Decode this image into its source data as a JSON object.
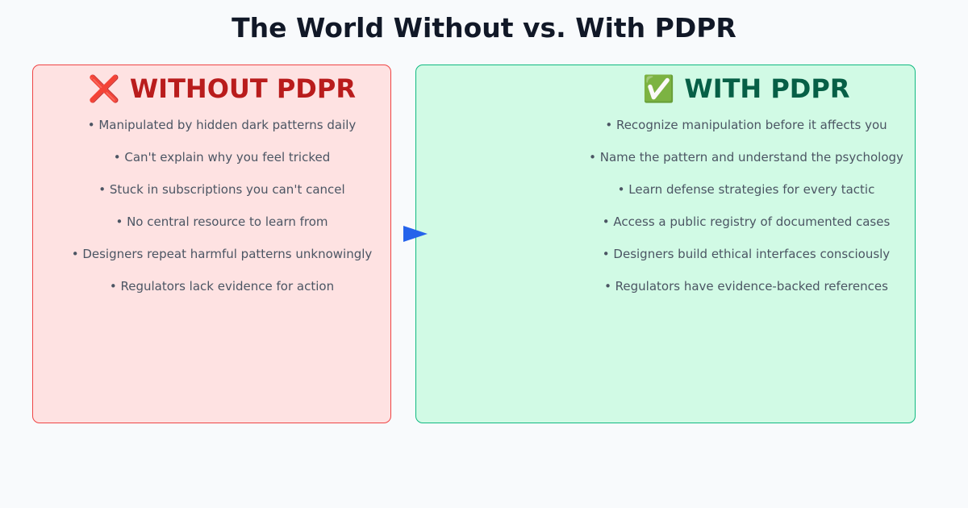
{
  "title": "The World Without vs. With PDPR",
  "without": {
    "icon": "❌",
    "heading": "WITHOUT PDPR",
    "items": [
      "• Manipulated by hidden dark patterns daily",
      "• Can't explain why you feel tricked",
      "• Stuck in subscriptions you can't cancel",
      "• No central resource to learn from",
      "• Designers repeat harmful patterns unknowingly",
      "• Regulators lack evidence for action"
    ]
  },
  "with": {
    "icon": "✅",
    "heading": "WITH PDPR",
    "items": [
      "• Recognize manipulation before it affects you",
      "• Name the pattern and understand the psychology",
      "• Learn defense strategies for every tactic",
      "• Access a public registry of documented cases",
      "• Designers build ethical interfaces consciously",
      "• Regulators have evidence-backed references"
    ]
  },
  "colors": {
    "without_bg": "#fee2e2",
    "without_border": "#ef4444",
    "without_heading": "#b91c1c",
    "with_bg": "#d1fae5",
    "with_border": "#10b981",
    "with_heading": "#065f46",
    "arrow": "#2563eb"
  },
  "icons": {
    "without": "cross-icon",
    "with": "check-icon",
    "connector": "arrow-right-icon"
  }
}
